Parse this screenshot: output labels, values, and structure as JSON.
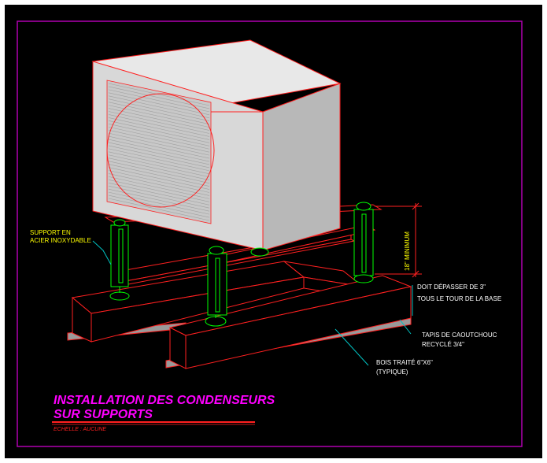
{
  "drawing": {
    "title_line1": "INSTALLATION DES CONDENSEURS",
    "title_line2": "SUR SUPPORTS",
    "scale_note": "ECHELLE : AUCUNE"
  },
  "callouts": {
    "support_line1": "SUPPORT EN",
    "support_line2": "ACIER INOXYDABLE",
    "overhang_line1": "DOIT DÉPASSER DE 3\"",
    "overhang_line2": "TOUS LE TOUR DE LA BASE",
    "pad_line1": "TAPIS DE CAOUTCHOUC",
    "pad_line2": "RECYCLÉ 3/4\"",
    "wood_line1": "BOIS TRAITÉ 6\"X6\"",
    "wood_line2": "(TYPIQUE)",
    "dimension": "18\" MINIMUM"
  },
  "colors": {
    "sheet_bg": "#000000",
    "border": "#b000b0",
    "outline": "#ff2020",
    "steel": "#00ff00",
    "label": "#ffff00",
    "leader": "#00c0c0",
    "title": "#ff00ff",
    "unit_front": "#d8d8d8",
    "unit_side": "#b8b8b8",
    "unit_top": "#e8e8e8"
  }
}
